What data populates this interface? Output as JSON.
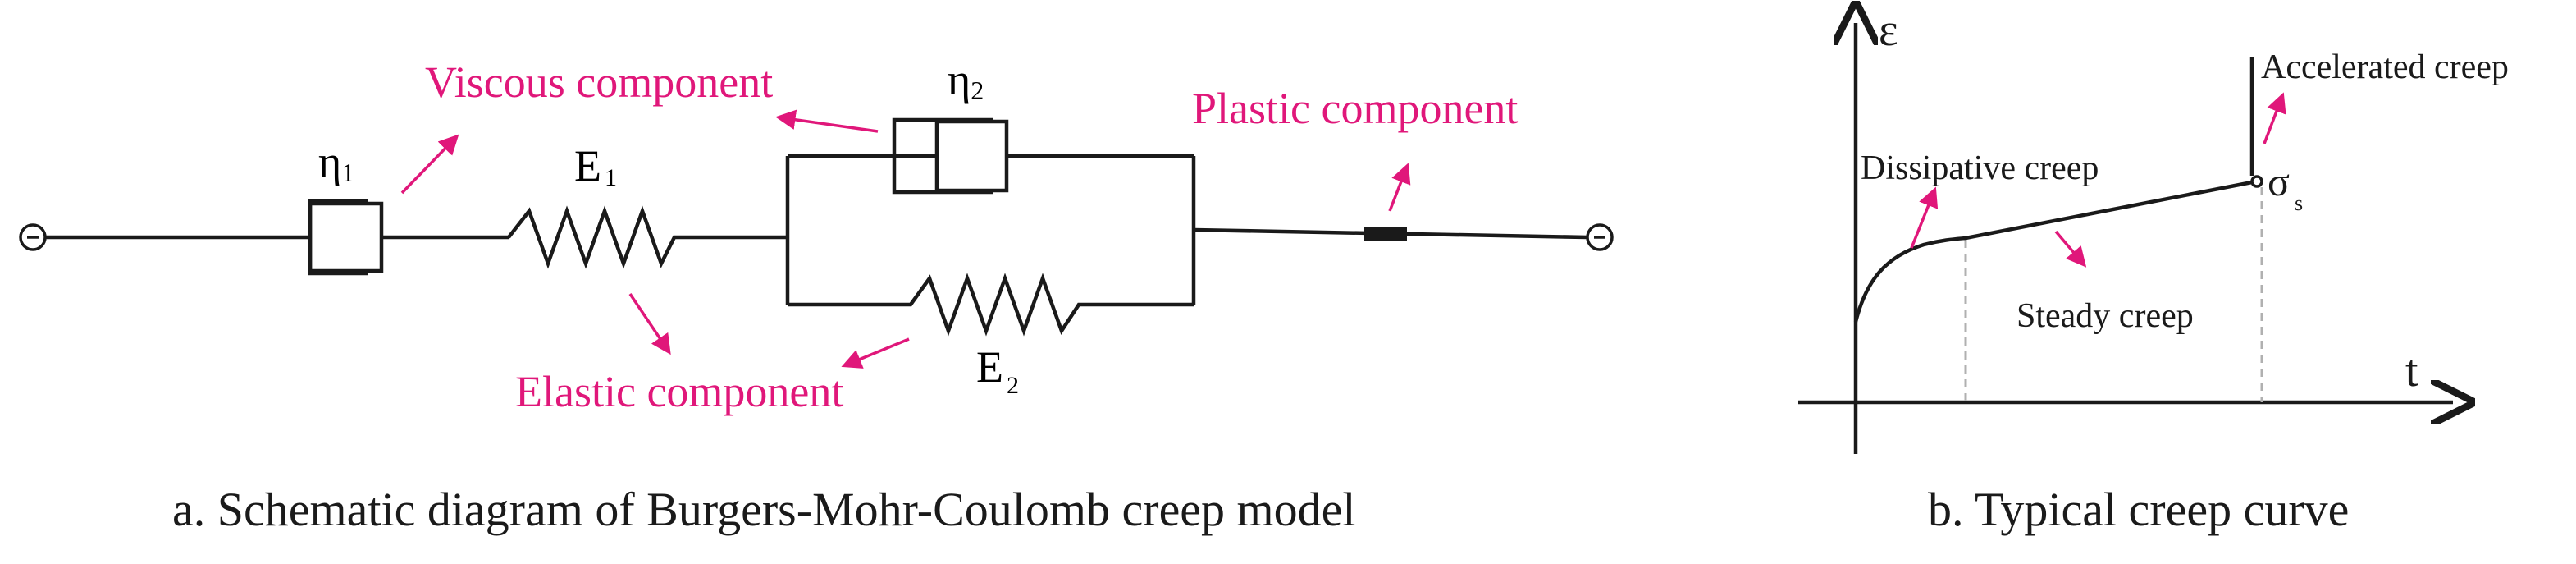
{
  "colors": {
    "annotation": "#e0177a",
    "line": "#1a1a1a",
    "guide": "#b0b0b0"
  },
  "panel_a": {
    "caption": "a. Schematic diagram  of  Burgers-Mohr-Coulomb  creep  model",
    "labels": {
      "viscous": "Viscous component",
      "plastic": "Plastic component",
      "elastic": "Elastic component"
    },
    "symbols": {
      "eta1_base": "η",
      "eta1_sub": "1",
      "eta2_base": "η",
      "eta2_sub": "2",
      "e1_base": "E",
      "e1_sub": "1",
      "e2_base": "E",
      "e2_sub": "2"
    }
  },
  "panel_b": {
    "caption": "b. Typical creep curve",
    "axis": {
      "y": "ε",
      "x": "t"
    },
    "labels": {
      "dissipative": "Dissipative creep",
      "steady": "Steady creep",
      "accelerated": "Accelerated  creep"
    },
    "sigma_base": "σ",
    "sigma_sub": "s"
  }
}
